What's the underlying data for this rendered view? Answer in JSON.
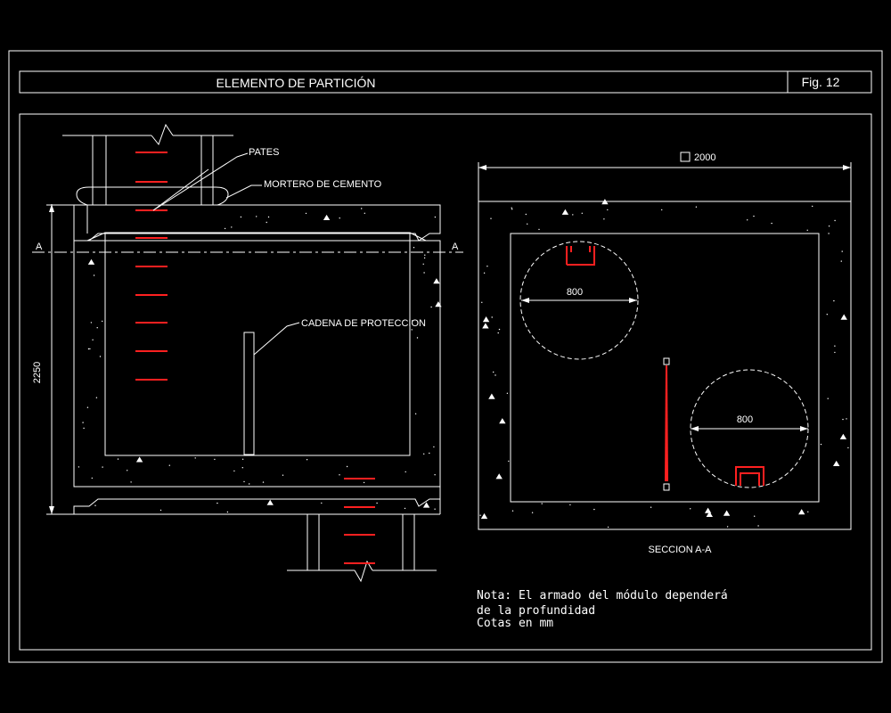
{
  "header": {
    "title": "ELEMENTO DE PARTICIÓN",
    "fig": "Fig. 12"
  },
  "elevation": {
    "label_pates": "PATES",
    "label_mortero": "MORTERO DE CEMENTO",
    "label_cadena": "CADENA DE PROTECCION",
    "section_mark_left": "A",
    "section_mark_right": "A",
    "height_dim": "2250"
  },
  "section": {
    "width_dim": "2000",
    "circle1_dim": "800",
    "circle2_dim": "800",
    "caption": "SECCION A-A"
  },
  "note": {
    "line1": "Nota: El armado del módulo dependerá",
    "line2": "de la profundidad",
    "line3": "Cotas en mm"
  },
  "colors": {
    "background": "#000000",
    "linework": "#ffffff",
    "steps": "#ff2020"
  }
}
